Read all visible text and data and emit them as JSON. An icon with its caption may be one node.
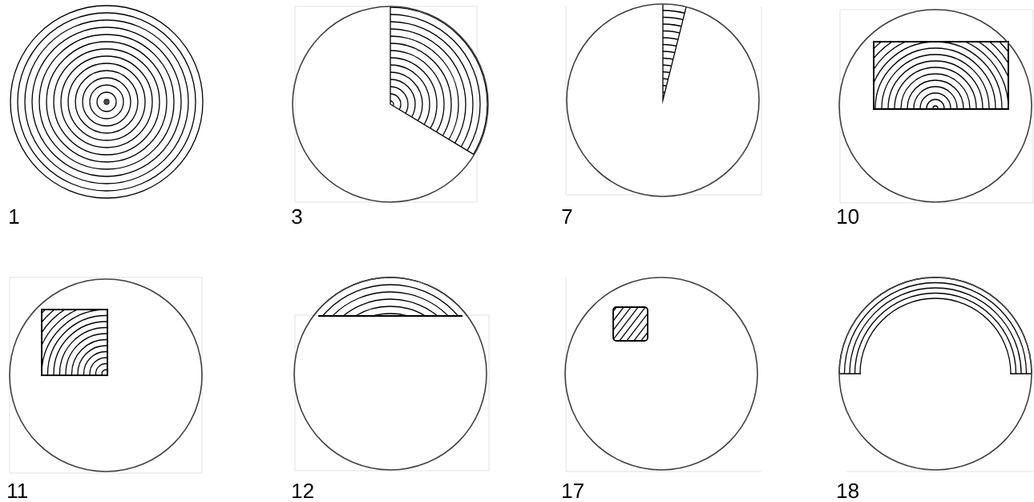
{
  "diagram": {
    "labels": [
      "1",
      "3",
      "7",
      "10",
      "11",
      "12",
      "17",
      "18"
    ]
  }
}
